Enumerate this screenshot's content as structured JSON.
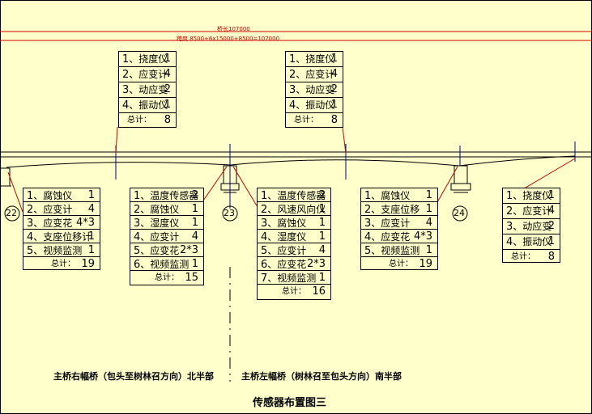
{
  "dimensions": {
    "total": "桥长107000",
    "spans": "跨度 8500+6x15000+8500=107000"
  },
  "top_boxes": [
    {
      "items": [
        {
          "n": "1",
          "t": "、挠度仪",
          "v": "1"
        },
        {
          "n": "2",
          "t": "、应变计",
          "v": "4"
        },
        {
          "n": "3",
          "t": "、动应变",
          "v": "2"
        },
        {
          "n": "4",
          "t": "、振动仪",
          "v": "1"
        }
      ],
      "total_label": "总计：",
      "total": "8"
    },
    {
      "items": [
        {
          "n": "1",
          "t": "、挠度仪",
          "v": "1"
        },
        {
          "n": "2",
          "t": "、应变计",
          "v": "4"
        },
        {
          "n": "3",
          "t": "、动应变",
          "v": "2"
        },
        {
          "n": "4",
          "t": "、振动仪",
          "v": "1"
        }
      ],
      "total_label": "总计：",
      "total": "8"
    }
  ],
  "bottom_boxes": [
    {
      "items": [
        {
          "n": "1",
          "t": "、腐蚀仪",
          "v": "1"
        },
        {
          "n": "2",
          "t": "、应变计",
          "v": "4"
        },
        {
          "n": "3",
          "t": "、应变花",
          "v": "4*3"
        },
        {
          "n": "4",
          "t": "、支座位移计",
          "v": "1"
        },
        {
          "n": "5",
          "t": "、视频监测",
          "v": "1"
        }
      ],
      "total_label": "总计：",
      "total": "19"
    },
    {
      "items": [
        {
          "n": "1",
          "t": "、温度传感器",
          "v": "2"
        },
        {
          "n": "2",
          "t": "、腐蚀仪",
          "v": "1"
        },
        {
          "n": "3",
          "t": "、湿度仪",
          "v": "1"
        },
        {
          "n": "4",
          "t": "、应变计",
          "v": "4"
        },
        {
          "n": "5",
          "t": "、应变花",
          "v": "2*3"
        },
        {
          "n": "6",
          "t": "、视频监测",
          "v": "1"
        }
      ],
      "total_label": "总计：",
      "total": "15"
    },
    {
      "items": [
        {
          "n": "1",
          "t": "、温度传感器",
          "v": "2"
        },
        {
          "n": "2",
          "t": "、风速风向仪",
          "v": "1"
        },
        {
          "n": "3",
          "t": "、腐蚀仪",
          "v": "1"
        },
        {
          "n": "4",
          "t": "、湿度仪",
          "v": "1"
        },
        {
          "n": "5",
          "t": "、应变计",
          "v": "4"
        },
        {
          "n": "6",
          "t": "、应变花",
          "v": "2*3"
        },
        {
          "n": "7",
          "t": "、视频监测",
          "v": "1"
        }
      ],
      "total_label": "总计：",
      "total": "16"
    },
    {
      "items": [
        {
          "n": "1",
          "t": "、腐蚀仪",
          "v": "1"
        },
        {
          "n": "2",
          "t": "、支座位移",
          "v": "1"
        },
        {
          "n": "3",
          "t": "、应变计",
          "v": "4"
        },
        {
          "n": "4",
          "t": "、应变花",
          "v": "4*3"
        },
        {
          "n": "5",
          "t": "、视频监测",
          "v": "1"
        }
      ],
      "total_label": "总计：",
      "total": "19"
    },
    {
      "items": [
        {
          "n": "1",
          "t": "、挠度仪",
          "v": "1"
        },
        {
          "n": "2",
          "t": "、应变计",
          "v": "4"
        },
        {
          "n": "3",
          "t": "、动应变",
          "v": "2"
        },
        {
          "n": "4",
          "t": "、振动仪",
          "v": "1"
        }
      ],
      "total_label": "总计：",
      "total": "8"
    }
  ],
  "piers": {
    "p22": "22",
    "p23": "23",
    "p24": "24"
  },
  "captions": {
    "left": "主桥右幅桥（包头至树林召方向）北半部",
    "right": "主桥左幅桥（树林召至包头方向）南半部"
  },
  "title": "传感器布置图三",
  "colors": {
    "background": "#ffffcc",
    "dimension": "#cc0000",
    "axis": "#000080"
  }
}
